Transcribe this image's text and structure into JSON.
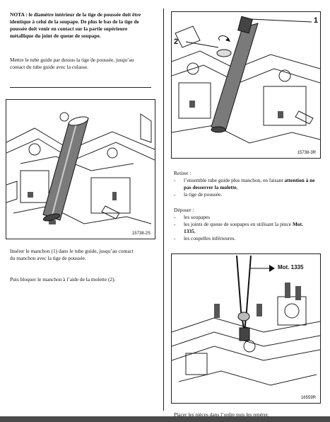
{
  "left": {
    "note_bold": "NOTA : le diamètre intérieur de la tige de poussée doit être identique à celui de la soupape. De plus le bas de la tige de poussée doit venir en contact sur la partie supérieure métallique du joint de queue de soupape.",
    "para1": "Mettre le tube guide par dessus la tige de poussée, jusqu’au contact du tube guide avec la culasse.",
    "fig1_ref": "15738-2S",
    "para2": "Insérer le manchon (1) dans le tube guide, jusqu’au contact du manchon avec la tige de poussée.",
    "para3": "Puis bloquer le manchon à l’aide de la molette (2)."
  },
  "right": {
    "fig2_ref": "15738-3R",
    "fig2_callout_1": "1",
    "fig2_callout_2": "2",
    "retirer_title": "Retirer :",
    "retirer_item1_pre": "l’ensemble tube guide plus manchon, en faisant ",
    "retirer_item1_bold": "attention à ne pas desserrer la molette",
    "retirer_item1_post": ",",
    "retirer_item2": "la tige de poussée.",
    "deposer_title": "Déposer :",
    "deposer_item1": "les soupapes",
    "deposer_item2_pre": "les joints de queue de soupapes en utilisant la pince ",
    "deposer_item2_bold": "Mot. 1335",
    "deposer_item2_post": ",",
    "deposer_item3": "les coupelles inférieures.",
    "fig3_callout": "Mot. 1335",
    "fig3_ref": "16559R",
    "final": "Placer les pièces dans l’ordre puis les repérer."
  },
  "colors": {
    "ink": "#111111",
    "rule": "#222222",
    "footer_bar": "#4a4a4a"
  }
}
